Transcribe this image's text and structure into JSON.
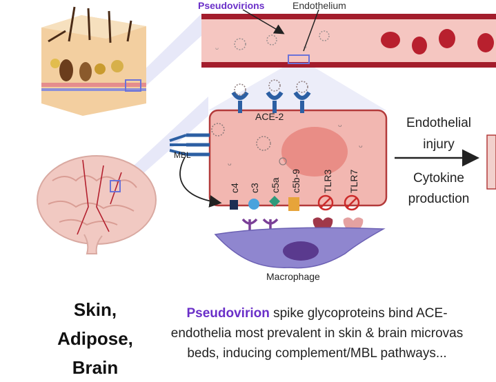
{
  "top_labels": {
    "pseudovirions": "Pseudovirions",
    "endothelium": "Endothelium"
  },
  "cell_labels": {
    "ace2": "ACE-2",
    "mbl": "MBL",
    "receptors": [
      "c4",
      "c3",
      "c5a",
      "c5b-9",
      "TLR3",
      "TLR7"
    ],
    "macrophage": "Macrophage"
  },
  "outcomes": {
    "injury": [
      "Endothelial",
      "injury"
    ],
    "cytokine": [
      "Cytokine",
      "production"
    ]
  },
  "tissues": [
    "Skin,",
    "Adipose,",
    "Brain"
  ],
  "caption": {
    "highlight": "Pseudovirion",
    "line1_rest": " spike glycoproteins bind ACE-",
    "line2": "endothelia most prevalent in skin & brain microvas",
    "line3": "beds, inducing complement/MBL pathways..."
  },
  "colors": {
    "vessel": "#a31d2c",
    "cell": "#f2b7b1",
    "nucleus": "#e98d86",
    "macrophage": "#8f86cf",
    "accent_purple": "#6a2fc8",
    "receptor_blue": "#2c5fa3"
  }
}
